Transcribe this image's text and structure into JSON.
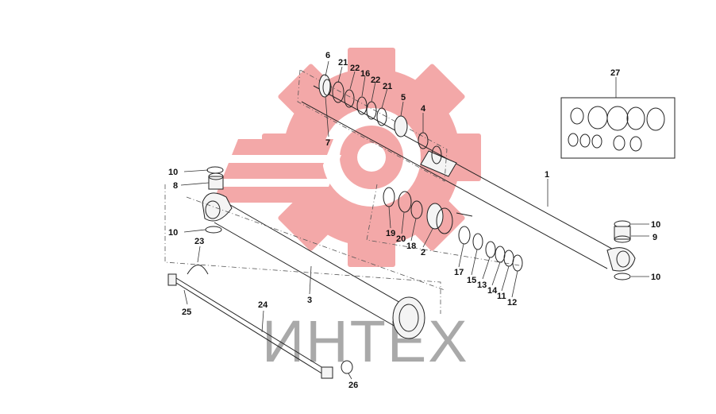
{
  "diagram": {
    "callouts": [
      {
        "id": "c6",
        "text": "6"
      },
      {
        "id": "c21a",
        "text": "21"
      },
      {
        "id": "c22a",
        "text": "22"
      },
      {
        "id": "c16",
        "text": "16"
      },
      {
        "id": "c22b",
        "text": "22"
      },
      {
        "id": "c21b",
        "text": "21"
      },
      {
        "id": "c5",
        "text": "5"
      },
      {
        "id": "c4",
        "text": "4"
      },
      {
        "id": "c7",
        "text": "7"
      },
      {
        "id": "c27",
        "text": "27"
      },
      {
        "id": "c1",
        "text": "1"
      },
      {
        "id": "c10a",
        "text": "10"
      },
      {
        "id": "c8",
        "text": "8"
      },
      {
        "id": "c10b",
        "text": "10"
      },
      {
        "id": "c19",
        "text": "19"
      },
      {
        "id": "c20",
        "text": "20"
      },
      {
        "id": "c18",
        "text": "18"
      },
      {
        "id": "c2",
        "text": "2"
      },
      {
        "id": "c17",
        "text": "17"
      },
      {
        "id": "c15",
        "text": "15"
      },
      {
        "id": "c13",
        "text": "13"
      },
      {
        "id": "c14",
        "text": "14"
      },
      {
        "id": "c11",
        "text": "11"
      },
      {
        "id": "c12",
        "text": "12"
      },
      {
        "id": "c10c",
        "text": "10"
      },
      {
        "id": "c9",
        "text": "9"
      },
      {
        "id": "c10d",
        "text": "10"
      },
      {
        "id": "c23",
        "text": "23"
      },
      {
        "id": "c25",
        "text": "25"
      },
      {
        "id": "c3",
        "text": "3"
      },
      {
        "id": "c24",
        "text": "24"
      },
      {
        "id": "c26",
        "text": "26"
      }
    ]
  },
  "watermark": {
    "text": "ИНТЕХ",
    "gear_color": "#f08c8c",
    "text_color": "#a9a9a9"
  },
  "colors": {
    "line": "#222222",
    "background": "#ffffff"
  }
}
